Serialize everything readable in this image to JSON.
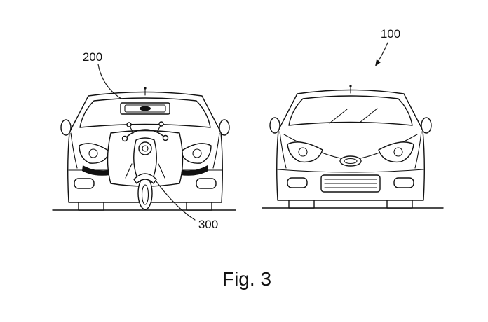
{
  "figure": {
    "caption": "Fig. 3",
    "labels": {
      "ref_100": "100",
      "ref_200": "200",
      "ref_300": "300"
    }
  },
  "colors": {
    "background": "#ffffff",
    "line": "#111111"
  }
}
